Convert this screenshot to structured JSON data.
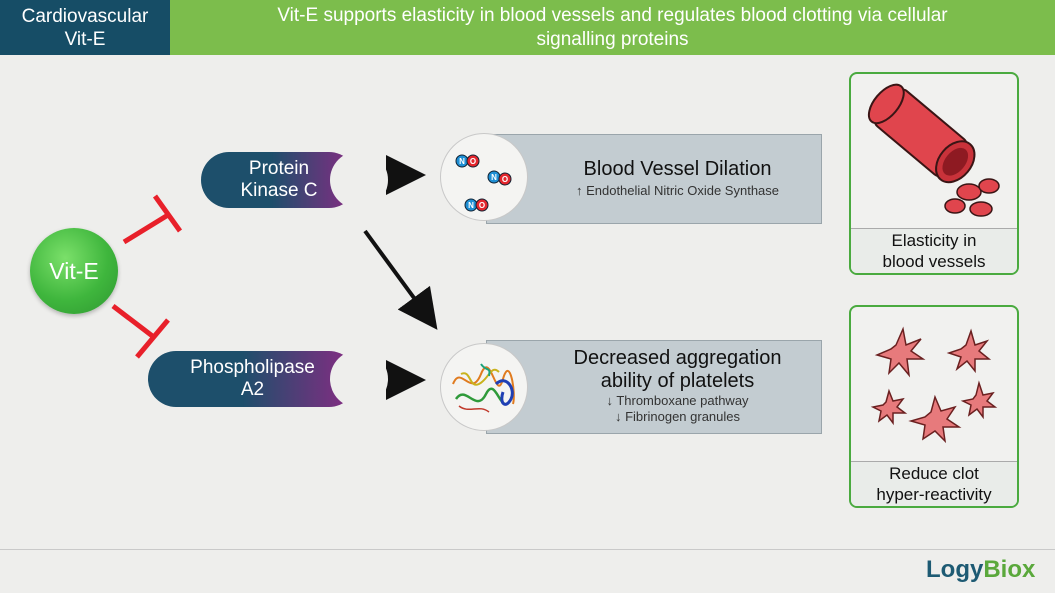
{
  "header": {
    "left_line1": "Cardiovascular",
    "left_line2": "Vit-E",
    "title_line1": "Vit-E supports elasticity in blood vessels and regulates blood clotting via cellular",
    "title_line2": "signalling proteins"
  },
  "vit_node": {
    "label": "Vit-E"
  },
  "pkc": {
    "line1": "Protein",
    "line2": "Kinase C"
  },
  "pla2": {
    "line1": "Phospholipase",
    "line2": "A2"
  },
  "no_molecule": {
    "atom_n": "N",
    "atom_o": "O"
  },
  "effect_dilation": {
    "title": "Blood Vessel Dilation",
    "sub": "↑ Endothelial Nitric Oxide Synthase"
  },
  "effect_platelets": {
    "title_line1": "Decreased aggregation",
    "title_line2": "ability of platelets",
    "sub1": "↓ Thromboxane pathway",
    "sub2": "↓ Fibrinogen granules"
  },
  "card_vessels": {
    "line1": "Elasticity in",
    "line2": "blood vessels"
  },
  "card_clot": {
    "line1": "Reduce clot",
    "line2": "hyper-reactivity"
  },
  "logo": {
    "part1": "Logy",
    "part2": "Biox"
  },
  "colors": {
    "header_left": "#164d66",
    "header_right": "#7cbd4c",
    "vit_green": "#3fb63d",
    "inhibit_red": "#e8202a",
    "card_border": "#4aaa3f",
    "logo_teal": "#1d5a73",
    "logo_green": "#5aa83b"
  }
}
